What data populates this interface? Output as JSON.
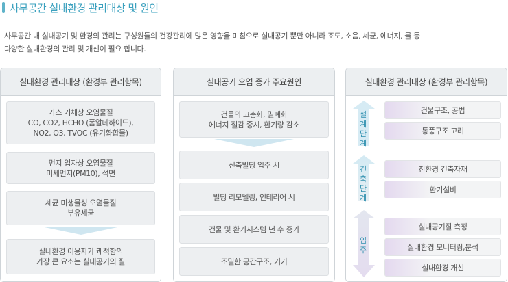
{
  "title": "사무공간 실내환경 관리대상 및 원인",
  "description": {
    "line1": "사무공간 내 실내공기 및 환경의 관리는 구성원들의 건강관리에 많은 영향을 미침으로 실내공기 뿐만 아니라 조도, 소음, 세균, 에너지, 물 등",
    "line2": "다양한 실내환경의 관리 및 개선이 필요 합니다."
  },
  "panel1": {
    "header": "실내환경 관리대상 (환경부 관리항목)",
    "box1": {
      "l1": "가스 기체상 오염물질",
      "l2": "CO, CO2, HCHO (폼알데하이드),",
      "l3": "NO2, O3, TVOC (유기화합물)"
    },
    "box2": {
      "l1": "먼지 입자상 오염물질",
      "l2": "미세먼지(PM10), 석면"
    },
    "box3": {
      "l1": "세균 미생물성 오염물질",
      "l2": "부유세균"
    },
    "box4": {
      "l1": "실내환경 이용자가 쾌적함의",
      "l2": "가장 큰 요소는 실내공기의 질"
    }
  },
  "panel2": {
    "header": "실내공기 오염 증가 주요원인",
    "box1": {
      "l1": "건물의 고층화, 밀폐화",
      "l2": "에너지 절감 중시, 환기량 감소"
    },
    "box2": "신축빌딩 입주 시",
    "box3": "빌딩 리모델링, 인테리어 시",
    "box4": "건물 및 환기시스템 년 수 증가",
    "box5": "조밀한 공간구조, 기기"
  },
  "panel3": {
    "header": "실내환경 관리대상 (환경부 관리항목)",
    "stage1": {
      "label": [
        "설",
        "계",
        "단",
        "계"
      ],
      "items": [
        "건물구조, 공법",
        "통풍구조 고려"
      ]
    },
    "stage2": {
      "label": [
        "건",
        "축",
        "단",
        "계"
      ],
      "items": [
        "친환경 건축자재",
        "환기설비"
      ]
    },
    "stage3": {
      "label": [
        "입",
        "주"
      ],
      "items": [
        "실내공기질 측정",
        "실내환경 모니터링,분석",
        "실내환경 개선"
      ]
    }
  }
}
